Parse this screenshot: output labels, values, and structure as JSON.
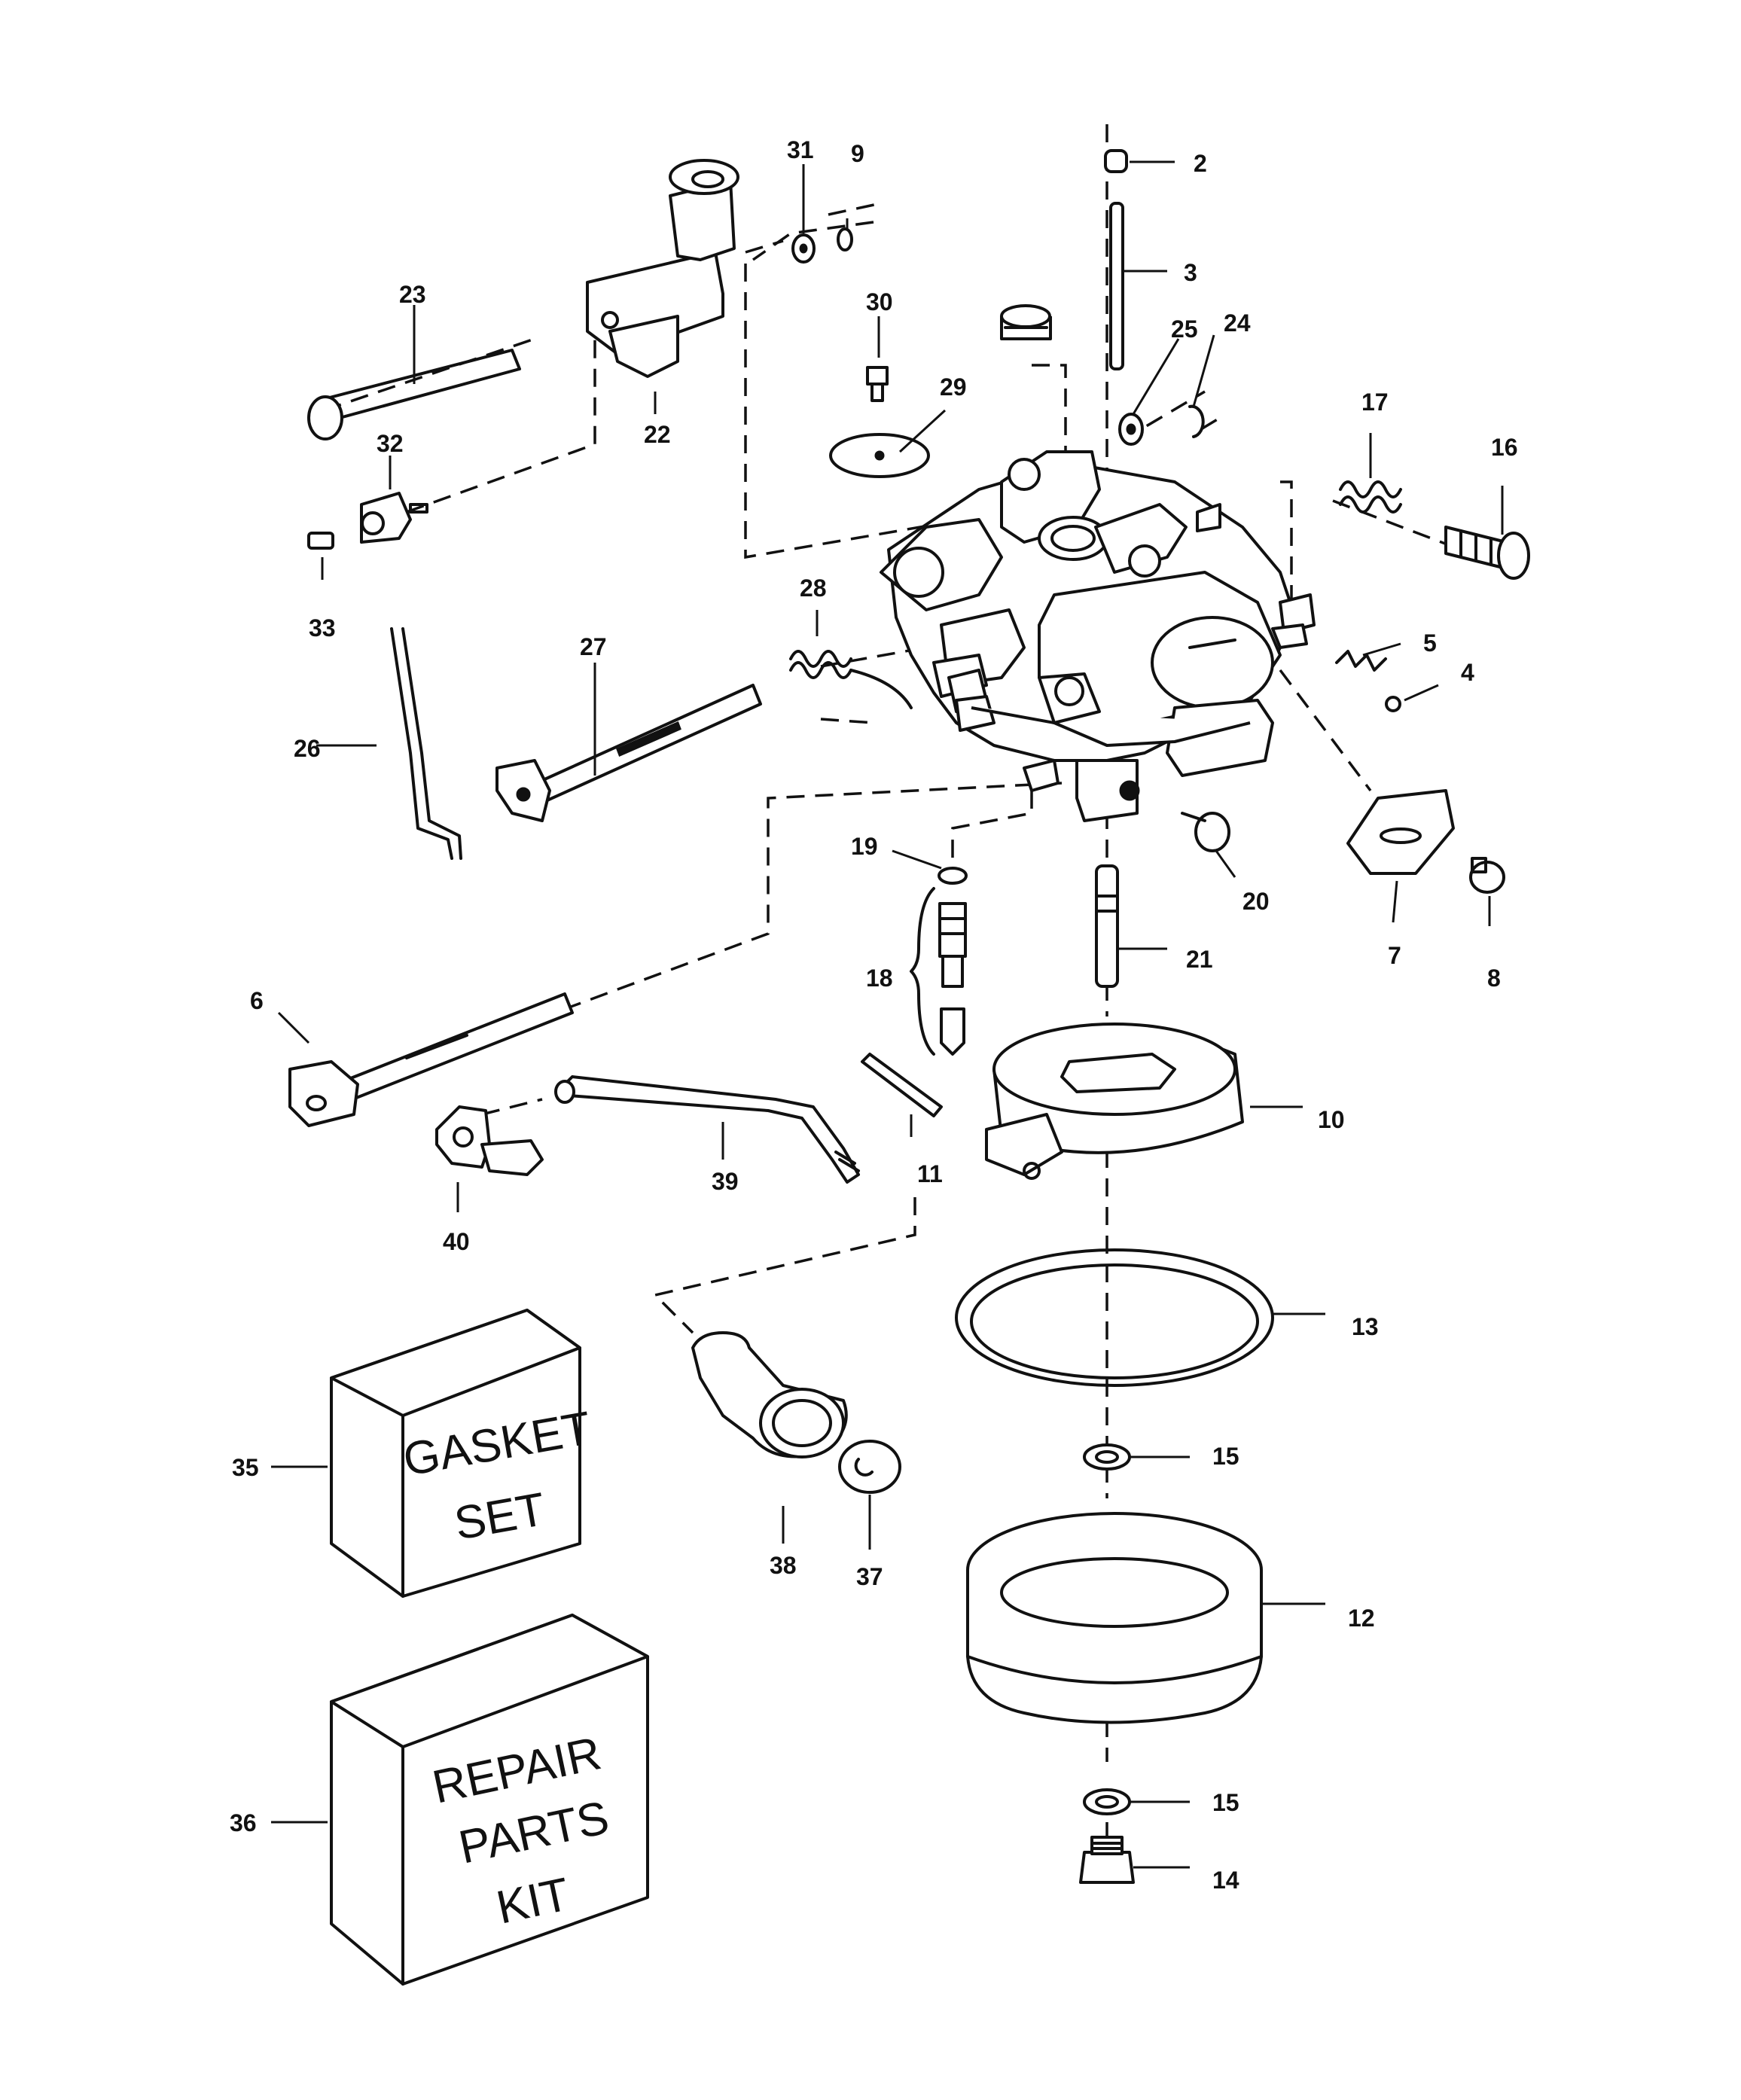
{
  "callouts": [
    {
      "id": "c2",
      "text": "2"
    },
    {
      "id": "c3",
      "text": "3"
    },
    {
      "id": "c4",
      "text": "4"
    },
    {
      "id": "c5",
      "text": "5"
    },
    {
      "id": "c6",
      "text": "6"
    },
    {
      "id": "c7",
      "text": "7"
    },
    {
      "id": "c8",
      "text": "8"
    },
    {
      "id": "c9",
      "text": "9"
    },
    {
      "id": "c10",
      "text": "10"
    },
    {
      "id": "c11",
      "text": "11"
    },
    {
      "id": "c12",
      "text": "12"
    },
    {
      "id": "c13",
      "text": "13"
    },
    {
      "id": "c14",
      "text": "14"
    },
    {
      "id": "c15a",
      "text": "15"
    },
    {
      "id": "c15b",
      "text": "15"
    },
    {
      "id": "c16",
      "text": "16"
    },
    {
      "id": "c17",
      "text": "17"
    },
    {
      "id": "c18",
      "text": "18"
    },
    {
      "id": "c19",
      "text": "19"
    },
    {
      "id": "c20",
      "text": "20"
    },
    {
      "id": "c21",
      "text": "21"
    },
    {
      "id": "c22",
      "text": "22"
    },
    {
      "id": "c23",
      "text": "23"
    },
    {
      "id": "c24",
      "text": "24"
    },
    {
      "id": "c25",
      "text": "25"
    },
    {
      "id": "c26",
      "text": "26"
    },
    {
      "id": "c27",
      "text": "27"
    },
    {
      "id": "c28",
      "text": "28"
    },
    {
      "id": "c29",
      "text": "29"
    },
    {
      "id": "c30",
      "text": "30"
    },
    {
      "id": "c31",
      "text": "31"
    },
    {
      "id": "c32",
      "text": "32"
    },
    {
      "id": "c33",
      "text": "33"
    },
    {
      "id": "c35",
      "text": "35"
    },
    {
      "id": "c36",
      "text": "36"
    },
    {
      "id": "c37",
      "text": "37"
    },
    {
      "id": "c38",
      "text": "38"
    },
    {
      "id": "c39",
      "text": "39"
    },
    {
      "id": "c40",
      "text": "40"
    }
  ],
  "boxes": {
    "gasket_set": {
      "line1": "GASKET",
      "line2": "SET"
    },
    "repair_parts_kit": {
      "line1": "REPAIR",
      "line2": "PARTS",
      "line3": "KIT"
    }
  }
}
